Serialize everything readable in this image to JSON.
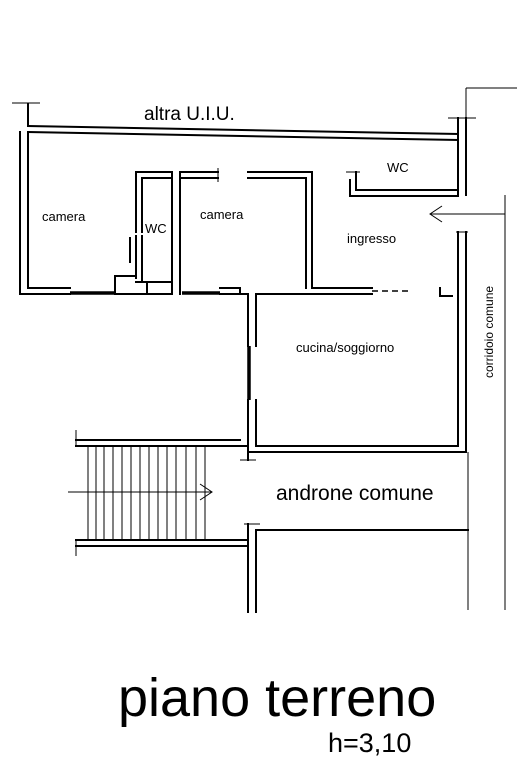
{
  "plan": {
    "labels": {
      "neighbor": "altra U.I.U.",
      "wc_top": "WC",
      "camera_left": "camera",
      "wc_middle": "WC",
      "camera_right": "camera",
      "ingresso": "ingresso",
      "corridoio": "corridoio comune",
      "cucina": "cucina/soggiorno",
      "androne": "androne comune"
    },
    "footer": {
      "title": "piano terreno",
      "height_note": "h=3,10"
    }
  }
}
